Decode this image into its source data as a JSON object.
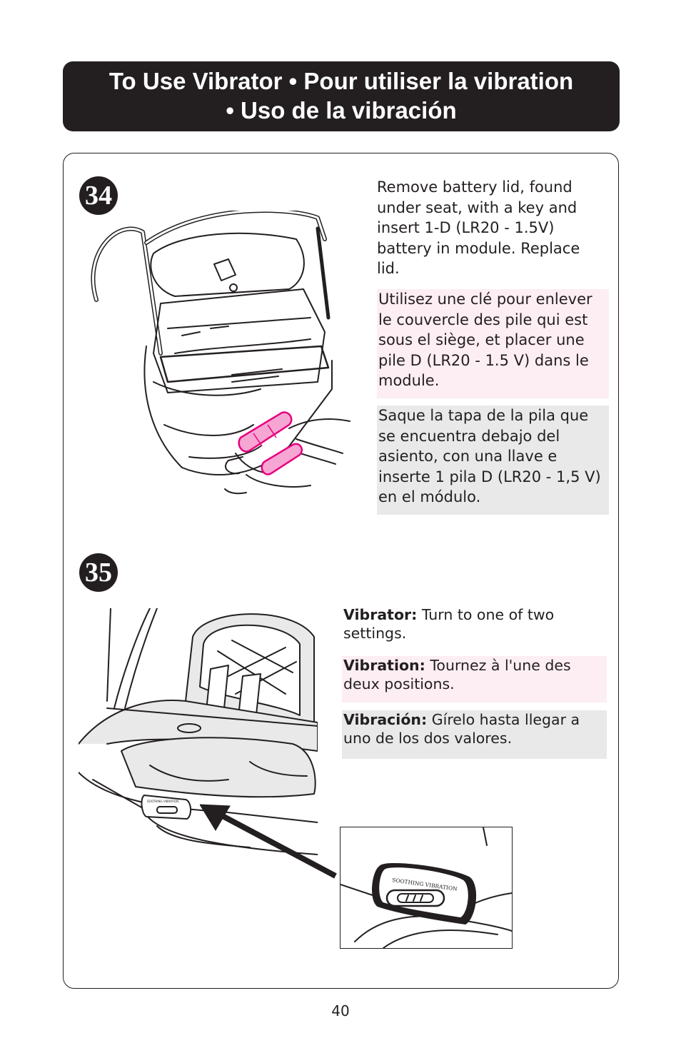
{
  "header": {
    "line1": "To Use Vibrator  •  Pour utiliser la vibration",
    "line2": "•  Uso de la vibración"
  },
  "step34": {
    "number": "34",
    "english": "Remove battery lid, found under seat, with a key and insert 1-D (LR20 - 1.5V) battery in module. Replace lid.",
    "french": "Utilisez une clé pour enlever le couvercle des pile qui est sous el siège, et placer une pile D (LR20 - 1.5 V) dans le module.",
    "spanish": "Saque la tapa de la pila que se encuentra debajo del asiento, con una llave e inserte 1 pila D (LR20 - 1,5 V) en el módulo."
  },
  "step35": {
    "number": "35",
    "english_label": "Vibrator:",
    "english": " Turn to one of two settings.",
    "french_label": "Vibration:",
    "french": " Tournez à l'une des deux positions.",
    "spanish_label": "Vibración:",
    "spanish": " Gírelo hasta llegar a uno de los dos valores.",
    "switch_label": "SOOTHING VIBRATION"
  },
  "colors": {
    "header_bg": "#231f20",
    "french_bg": "#fdeef3",
    "spanish_bg": "#e8e9e8",
    "battery_magenta": "#e6007e"
  },
  "page_number": "40"
}
